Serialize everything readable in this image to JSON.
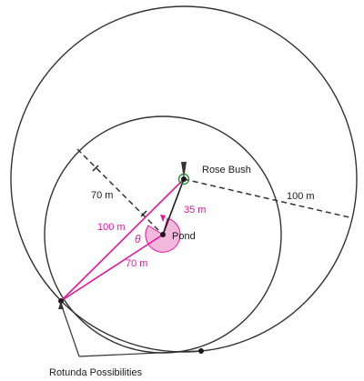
{
  "labels": {
    "rose_bush": "Rose Bush",
    "pond": "Pond",
    "dist_pond_rose": "35 m",
    "dist_rotunda_pond": "70 m",
    "dist_rotunda_rose": "100 m",
    "radius_small": "70 m",
    "radius_large": "100 m",
    "angle": "θ",
    "rotunda": "Rotunda Possibilities"
  },
  "colors": {
    "outline": "#333333",
    "accent": "#e6169b",
    "arc_fill": "#f4b8dd",
    "rose_marker": "#2e8b3a"
  }
}
